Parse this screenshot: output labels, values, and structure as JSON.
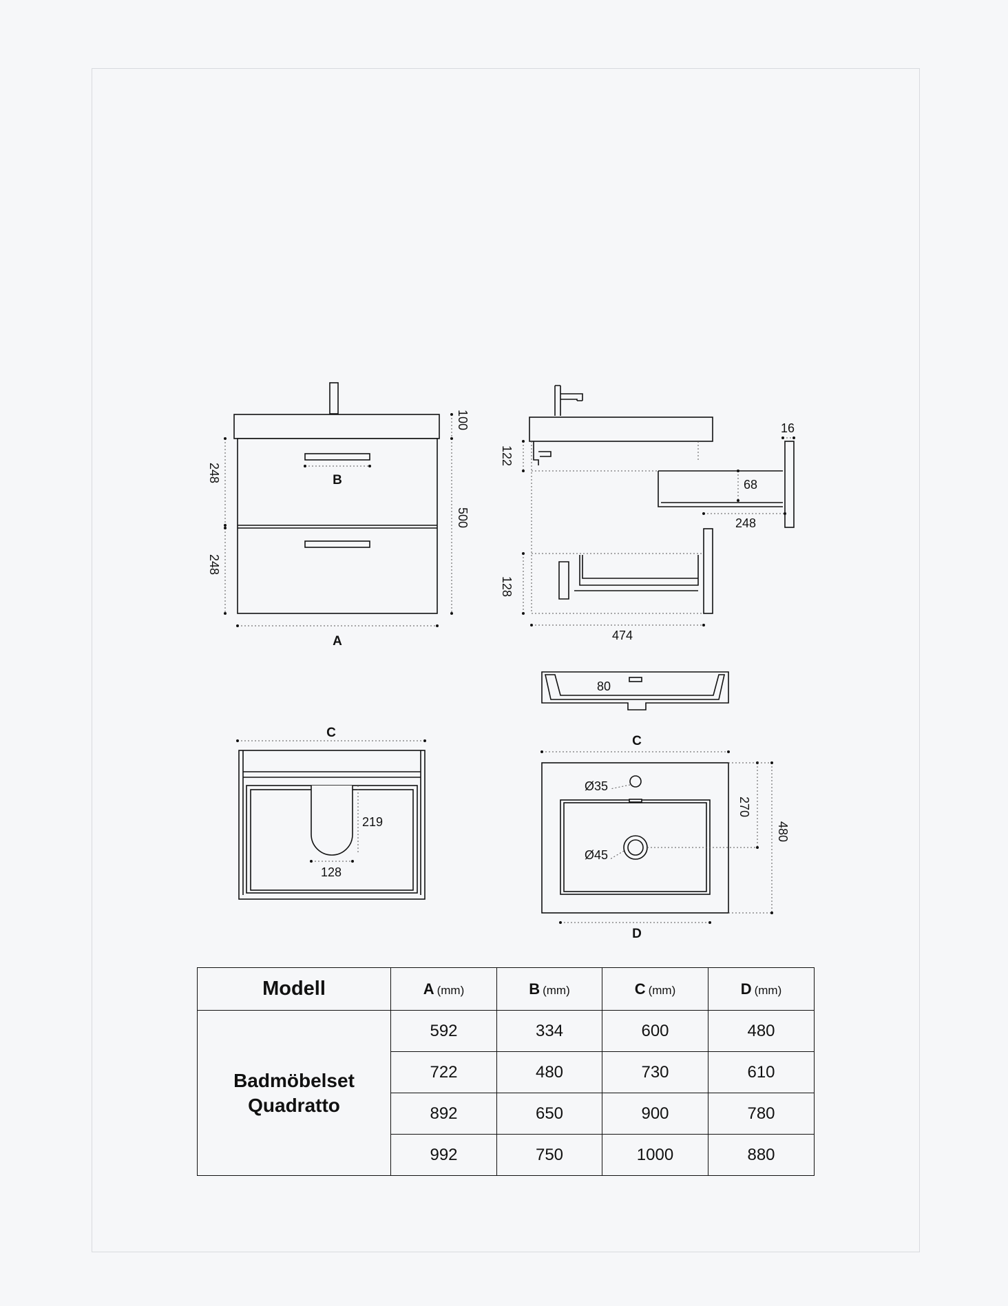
{
  "front_view": {
    "dim_top": "100",
    "dim_height": "500",
    "dim_drawer_top": "248",
    "dim_drawer_bottom": "248",
    "label_handle": "B",
    "label_width": "A"
  },
  "side_view": {
    "dim_122": "122",
    "dim_68": "68",
    "dim_248": "248",
    "dim_16": "16",
    "dim_128": "128",
    "dim_474": "474"
  },
  "basin_section": {
    "dim_80": "80"
  },
  "cabinet_top_view": {
    "label_width": "C",
    "dim_219": "219",
    "dim_128": "128"
  },
  "basin_top_view": {
    "label_width": "C",
    "label_bowl": "D",
    "dim_tap_hole": "Ø35",
    "dim_drain": "Ø45",
    "dim_270": "270",
    "dim_480": "480"
  },
  "table": {
    "headers": [
      {
        "letter": "A",
        "unit": "(mm)"
      },
      {
        "letter": "B",
        "unit": "(mm)"
      },
      {
        "letter": "C",
        "unit": "(mm)"
      },
      {
        "letter": "D",
        "unit": "(mm)"
      }
    ],
    "model_header": "Modell",
    "model_name_line1": "Badmöbelset",
    "model_name_line2": "Quadratto",
    "rows": [
      [
        "592",
        "334",
        "600",
        "480"
      ],
      [
        "722",
        "480",
        "730",
        "610"
      ],
      [
        "892",
        "650",
        "900",
        "780"
      ],
      [
        "992",
        "750",
        "1000",
        "880"
      ]
    ]
  }
}
